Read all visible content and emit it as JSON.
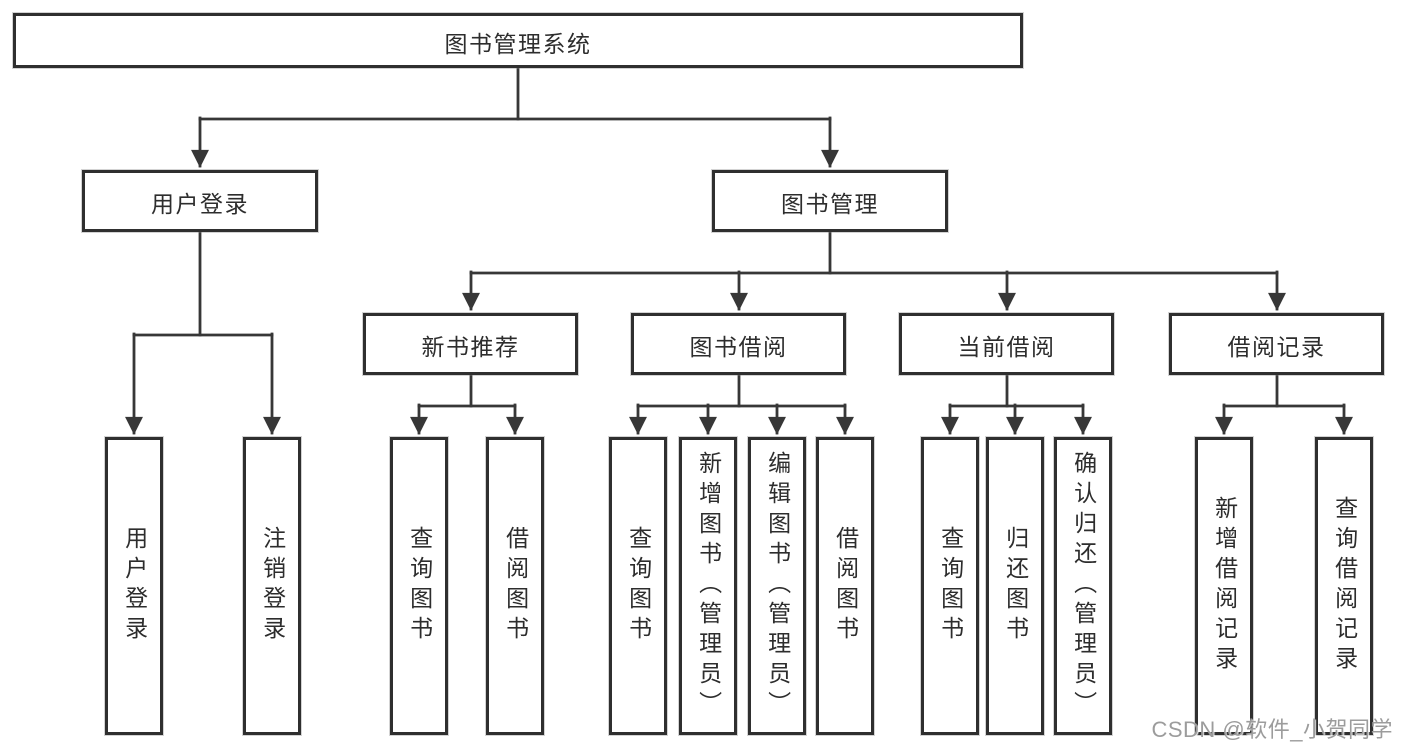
{
  "tree": {
    "root": {
      "label": "图书管理系统"
    },
    "branches": [
      {
        "label": "用户登录",
        "children": [
          "用户登录",
          "注销登录"
        ]
      },
      {
        "label": "图书管理",
        "sections": [
          {
            "label": "新书推荐",
            "children": [
              "查询图书",
              "借阅图书"
            ]
          },
          {
            "label": "图书借阅",
            "children": [
              "查询图书",
              "新增图书（管理员）",
              "编辑图书（管理员）",
              "借阅图书"
            ]
          },
          {
            "label": "当前借阅",
            "children": [
              "查询图书",
              "归还图书",
              "确认归还（管理员）"
            ]
          },
          {
            "label": "借阅记录",
            "children": [
              "新增借阅记录",
              "查询借阅记录"
            ]
          }
        ]
      }
    ]
  },
  "watermark": {
    "text": "CSDN @软件_小贺同学"
  },
  "colors": {
    "background": "#ffffff",
    "box_fill": "#ffffff",
    "box_border": "#2f2f2f",
    "line": "#373737",
    "text": "#2d2d2d",
    "watermark": "#9c9c9c"
  }
}
